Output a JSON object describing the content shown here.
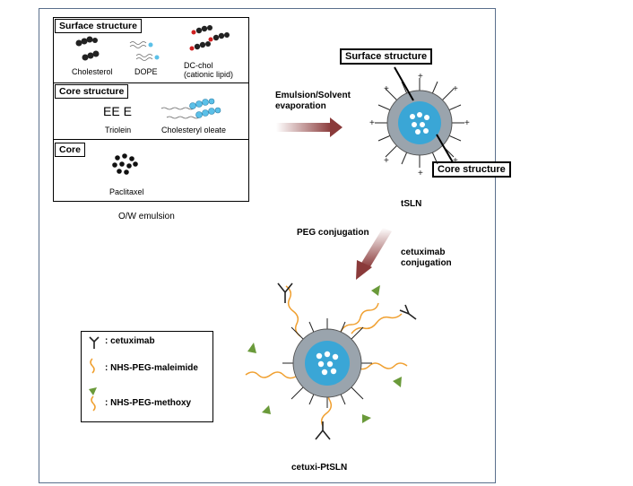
{
  "left_panel": {
    "surface": {
      "title": "Surface structure",
      "items": [
        "Cholesterol",
        "DOPE",
        "DC-chol",
        "(cationic  lipid)"
      ]
    },
    "core_structure": {
      "title": "Core structure",
      "items": [
        "Triolein",
        "Cholesteryl oleate"
      ],
      "triolein_glyph": "EE E"
    },
    "core": {
      "title": "Core",
      "items": [
        "Paclitaxel"
      ]
    },
    "caption": "O/W emulsion"
  },
  "process": {
    "step1_line1": "Emulsion/Solvent",
    "step1_line2": "evaporation",
    "step2": "PEG conjugation",
    "step3_line1": "cetuximab",
    "step3_line2": "conjugation"
  },
  "tsln": {
    "surface_label": "Surface structure",
    "core_label": "Core structure",
    "name": "tSLN"
  },
  "final": {
    "name": "cetuxi-PtSLN"
  },
  "legend": {
    "items": [
      {
        "symbol": "cetuximab-icon",
        "text": ":  cetuximab"
      },
      {
        "symbol": "peg-maleimide-icon",
        "text": ":  NHS-PEG-maleimide"
      },
      {
        "symbol": "peg-methoxy-icon",
        "text": ":  NHS-PEG-methoxy"
      }
    ]
  },
  "colors": {
    "border": "#5a6f8c",
    "core_blue": "#3aa6d6",
    "peg_orange": "#f0a030",
    "triangle_green": "#6a9a3a",
    "lipid_blue": "#5bc0e8",
    "arrow_dark": "#8a3a3a"
  }
}
